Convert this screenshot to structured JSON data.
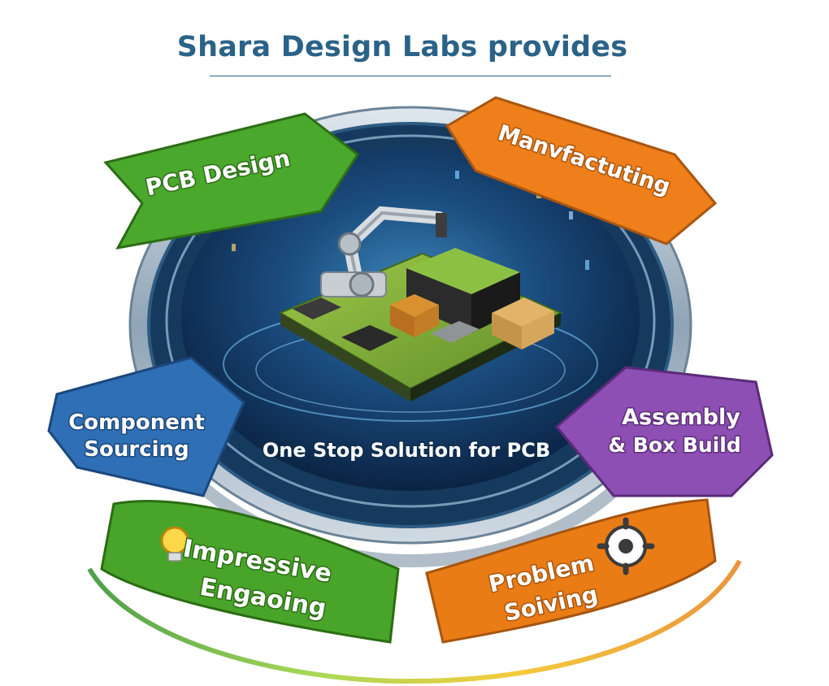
{
  "header": {
    "title": "Shara Design Labs provides"
  },
  "center": {
    "label": "One Stop Solution for PCB"
  },
  "services": [
    {
      "line1": "PCB Design",
      "line2": "",
      "color": "#4aa82c",
      "icon": ""
    },
    {
      "line1": "Manvfactuting",
      "line2": "",
      "color": "#ef7f1a",
      "icon": ""
    },
    {
      "line1": "Component",
      "line2": "Sourcing",
      "color": "#2f6fb5",
      "icon": ""
    },
    {
      "line1": "Assembly",
      "line2": "& Box Build",
      "color": "#8d4fb3",
      "icon": ""
    },
    {
      "line1": "Impressive",
      "line2": "Engaoing",
      "color": "#49a52a",
      "icon": "lightbulb-icon"
    },
    {
      "line1": "Problem",
      "line2": "Soiving",
      "color": "#ea7c16",
      "icon": "gear-icon"
    }
  ]
}
